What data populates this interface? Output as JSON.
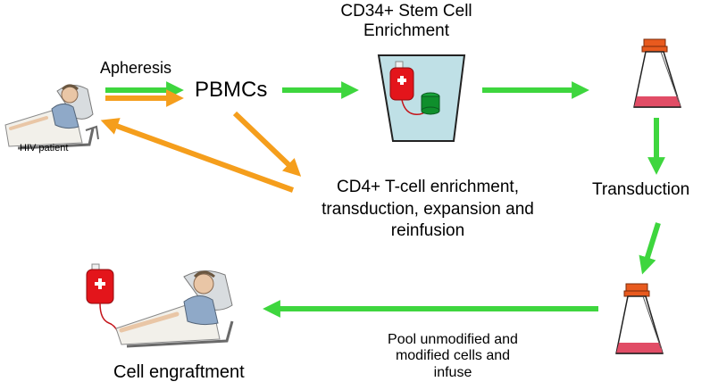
{
  "labels": {
    "apheresis": "Apheresis",
    "pbmcs": "PBMCs",
    "hiv_patient": "HIV patient",
    "cd34_enrichment": "CD34+ Stem Cell Enrichment",
    "cd4_pathway": "CD4+ T-cell enrichment, transduction, expansion and reinfusion",
    "transduction": "Transduction",
    "pool_infuse": "Pool unmodified and modified cells and infuse",
    "cell_engraftment": "Cell engraftment"
  },
  "colors": {
    "green_arrow": "#3ed63e",
    "orange_arrow": "#f59e1c",
    "blood_bag": "#e3151b",
    "column_green": "#0f8f2c",
    "beaker_fill": "#bfe0e6",
    "flask_cap": "#e85a1e",
    "medium": "#e14d66",
    "shirt": "#8fa9c8",
    "skin": "#e9c6a6"
  },
  "icons": [
    "patient-in-bed-icon",
    "enrichment-beaker-icon",
    "blood-bag-icon",
    "magnetic-column-icon",
    "culture-flask-icon"
  ]
}
